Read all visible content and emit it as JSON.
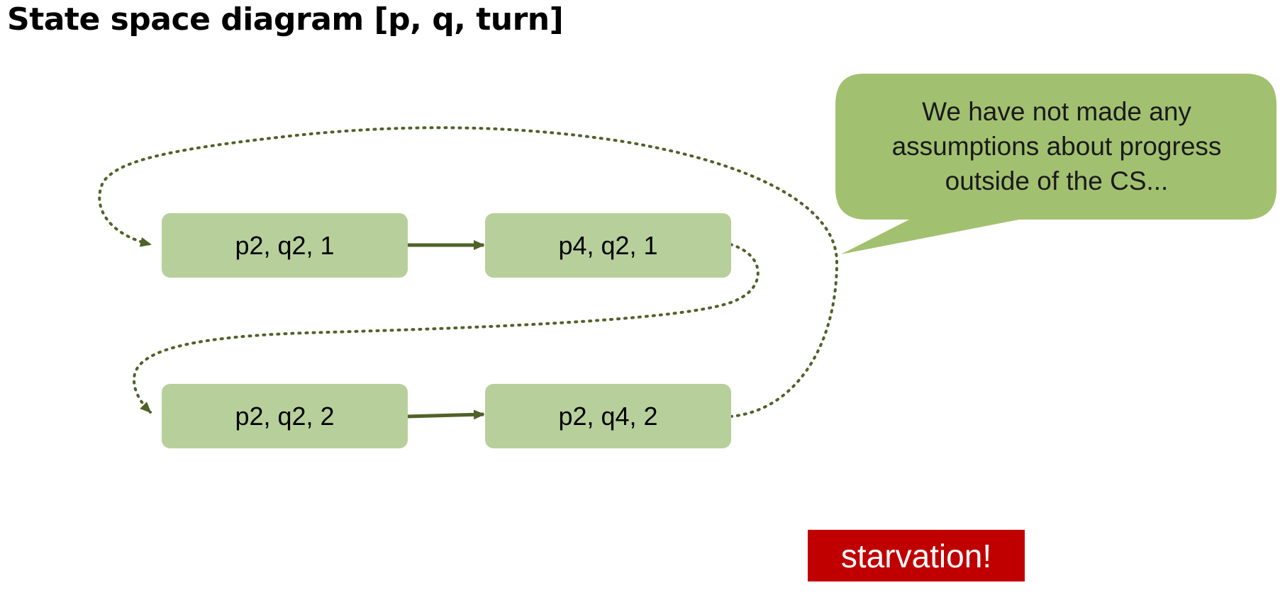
{
  "title": "State space diagram [p, q, turn]",
  "states": [
    {
      "id": "s1",
      "label": "p2, q2, 1"
    },
    {
      "id": "s2",
      "label": "p4, q2, 1"
    },
    {
      "id": "s3",
      "label": "p2, q2, 2"
    },
    {
      "id": "s4",
      "label": "p2, q4, 2"
    }
  ],
  "transitions": [
    {
      "from": "s1",
      "to": "s2",
      "style": "solid"
    },
    {
      "from": "s3",
      "to": "s4",
      "style": "solid"
    },
    {
      "from": "s2",
      "to": "s3",
      "style": "dotted"
    },
    {
      "from": "s4",
      "to": "s1",
      "style": "dotted"
    }
  ],
  "callout": {
    "lines": [
      "We have not made any",
      "assumptions about progress",
      "outside of the CS..."
    ]
  },
  "badge": {
    "label": "starvation!"
  },
  "colors": {
    "state_fill": "#b7d09b",
    "callout_fill": "#a2c170",
    "arrow": "#4f6228",
    "badge_fill": "#c00000",
    "badge_text": "#ffffff"
  }
}
